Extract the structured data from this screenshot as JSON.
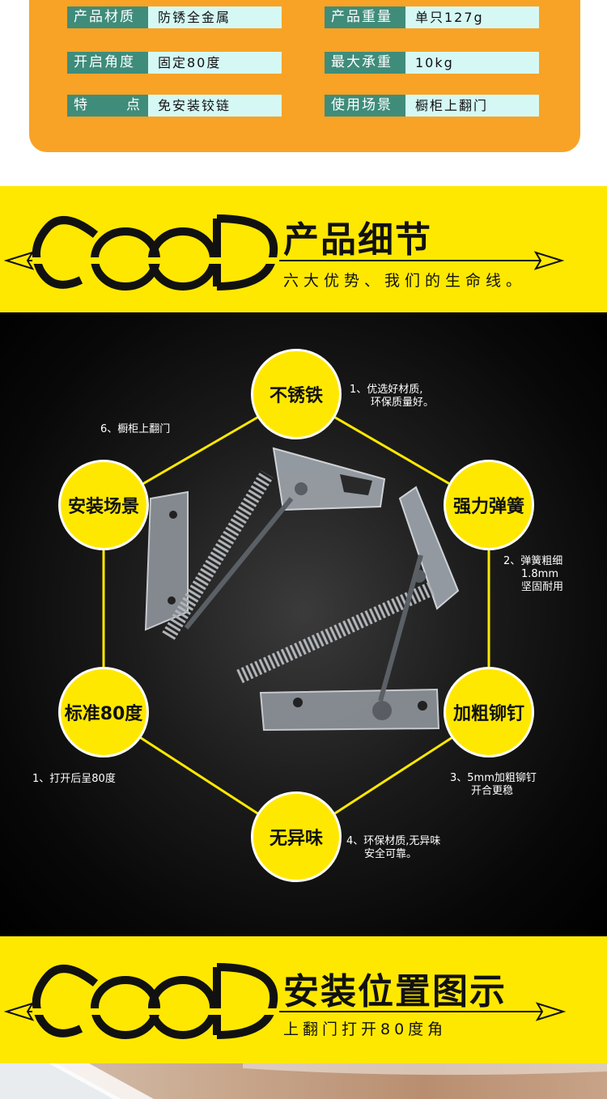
{
  "specs": [
    {
      "label": "产品材质",
      "value": "防锈全金属"
    },
    {
      "label": "产品重量",
      "value": "单只127g"
    },
    {
      "label": "开启角度",
      "value": "固定80度"
    },
    {
      "label": "最大承重",
      "value": "10kg"
    },
    {
      "label_parts": [
        "特",
        "点"
      ],
      "value": "免安装铰链"
    },
    {
      "label": "使用场景",
      "value": "橱柜上翻门"
    }
  ],
  "banner_details": {
    "title": "产品细节",
    "subtitle": "六大优势、我们的生命线。"
  },
  "features": [
    {
      "label": "不锈铁",
      "note": [
        "1、优选好材质,",
        "环保质量好。"
      ]
    },
    {
      "label": "强力弹簧",
      "note": [
        "2、弹簧粗细",
        "1.8mm",
        "坚固耐用"
      ]
    },
    {
      "label": "加粗铆钉",
      "note": [
        "3、5mm加粗铆钉",
        "开合更稳"
      ]
    },
    {
      "label": "无异味",
      "note": [
        "4、环保材质,无异味",
        "安全可靠。"
      ]
    },
    {
      "label": "标准80度",
      "note": [
        "1、打开后呈80度"
      ]
    },
    {
      "label": "安装场景",
      "note": [
        "6、橱柜上翻门"
      ]
    }
  ],
  "banner_install": {
    "title": "安装位置图示",
    "subtitle": "上翻门打开80度角"
  },
  "colors": {
    "orange": "#f8a326",
    "teal_label": "#3f8c7b",
    "mint_value": "#d5f8f5",
    "yellow": "#ffe800"
  }
}
